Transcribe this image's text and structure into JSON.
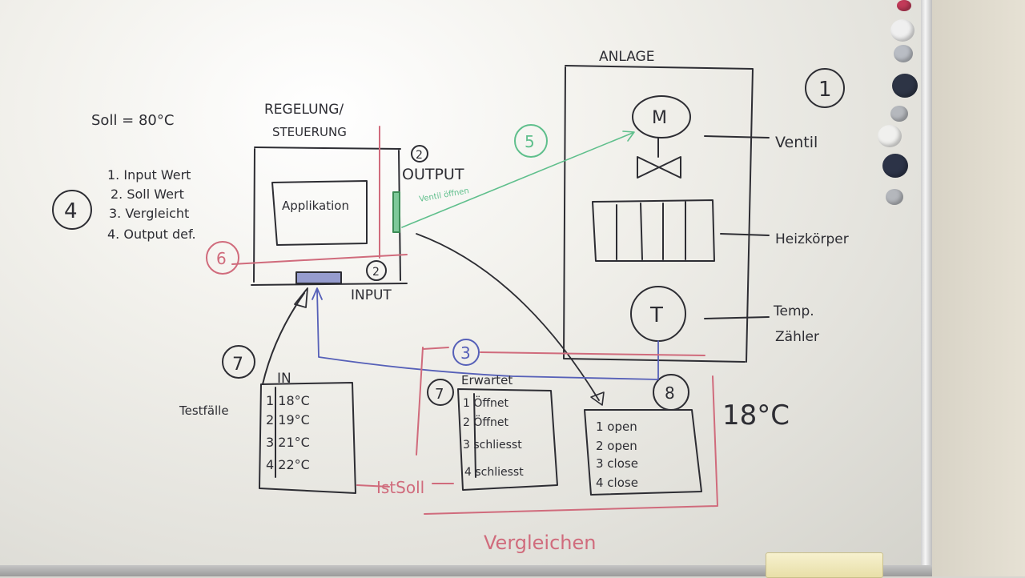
{
  "board": {
    "setpoint": "Soll = 80°C",
    "steps_number": "4",
    "steps": [
      "1. Input Wert",
      "2. Soll Wert",
      "3. Vergleicht",
      "4. Output def."
    ],
    "controller_title_1": "REGELUNG/",
    "controller_title_2": "STEUERUNG",
    "application": "Applikation",
    "output_number": "2",
    "output_label": "OUTPUT",
    "input_number": "2",
    "input_label": "INPUT",
    "marker_6": "6",
    "marker_5": "5",
    "arrow_note": "Ventil öffnen",
    "plant_title": "ANLAGE",
    "plant_number": "1",
    "motor_symbol": "M",
    "valve_label": "Ventil",
    "radiator_label": "Heizkörper",
    "sensor_symbol": "T",
    "sensor_label_1": "Temp.",
    "sensor_label_2": "Zähler",
    "marker_3": "3",
    "marker_8": "8",
    "temp_reading": "18°C",
    "in_number": "7",
    "in_title": "IN",
    "in_rows": [
      "1   18°C",
      "2   19°C",
      "3   21°C",
      "4   22°C"
    ],
    "testfalle": "Testfälle",
    "expected_number": "7",
    "expected_title": "Erwartet",
    "expected_rows": [
      "1   Öffnet",
      "2   Öffnet",
      "3   schliesst",
      "4   schliesst"
    ],
    "result_rows": [
      "1   open",
      "2   open",
      "3   close",
      "4   close"
    ],
    "istsoll": "IstSoll",
    "compare": "Vergleichen",
    "ink_colors": {
      "black": "#2d2d33",
      "red": "#d06b7c",
      "green": "#5fbf8c",
      "blue": "#5660b8"
    }
  }
}
